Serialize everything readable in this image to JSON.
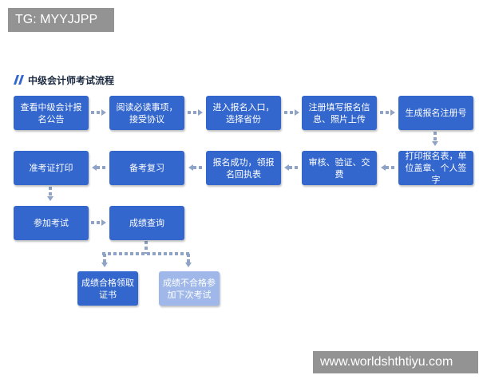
{
  "watermarks": {
    "top_left": "TG: MYYJJPP",
    "bottom_right": "www.worldshthtiyu.com"
  },
  "header": {
    "title": "中级会计师考试流程",
    "icon": "double-slash-icon"
  },
  "steps": [
    "查看中级会计报名公告",
    "阅读必读事项，接受协议",
    "进入报名入口，选择省份",
    "注册填写报名信息、照片上传",
    "生成报名注册号",
    "打印报名表，单位盖章、个人签字",
    "审核、验证、交费",
    "报名成功，领报名回执表",
    "备考复习",
    "准考证打印",
    "参加考试",
    "成绩查询"
  ],
  "outcomes": {
    "pass": "成绩合格领取证书",
    "fail": "成绩不合格参加下次考试"
  },
  "colors": {
    "box": "#3467cd",
    "box_muted": "#9fb8e9",
    "arrow": "#8fa3c7",
    "title_text": "#1b2a40"
  }
}
